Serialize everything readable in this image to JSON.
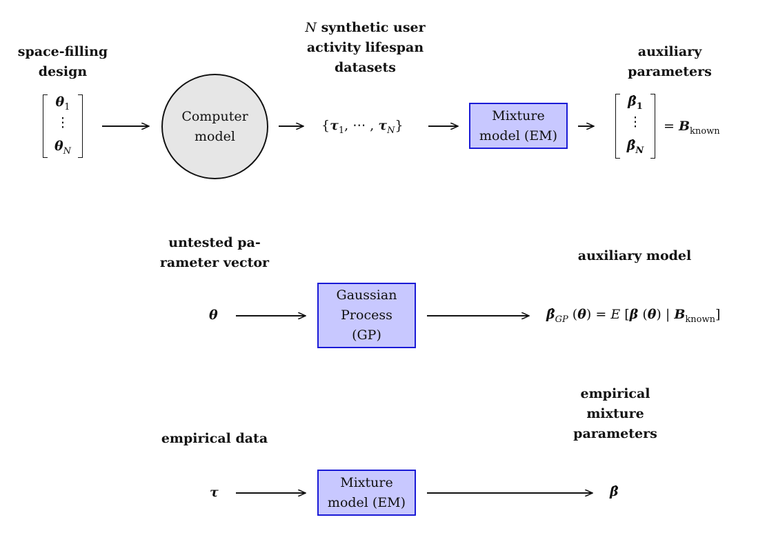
{
  "row1": {
    "design_label": "space-filling design",
    "vec_top": "θ",
    "vec_top_sub": "1",
    "vec_dots": "⋮",
    "vec_bottom": "θ",
    "vec_bottom_sub": "N",
    "computer_model": "Computer model",
    "synthetic_label_n": "N",
    "synthetic_label_rest": " synthetic user activity lifespan datasets",
    "datasets_set": "{τ₁, ⋯ , τN}",
    "mixture_box": "Mixture model (EM)",
    "aux_params_label": "auxiliary parameters",
    "beta_top": "β̂",
    "beta_top_sub": "1",
    "beta_dots": "⋮",
    "beta_bottom": "β̂",
    "beta_bottom_sub": "N",
    "b_known": "= B",
    "b_known_sub": "known"
  },
  "row2": {
    "untested_label": "untested pa- rameter vector",
    "theta": "θ",
    "gp_box": "Gaussian Process (GP)",
    "aux_model_label": "auxiliary model",
    "gp_equation": "β̂GP (θ) = E [β (θ) | Bknown]"
  },
  "row3": {
    "empirical_label": "empirical data",
    "tau": "τ",
    "mixture_box": "Mixture model (EM)",
    "empirical_params_label": "empirical mixture parameters",
    "beta_hat": "β̂"
  }
}
